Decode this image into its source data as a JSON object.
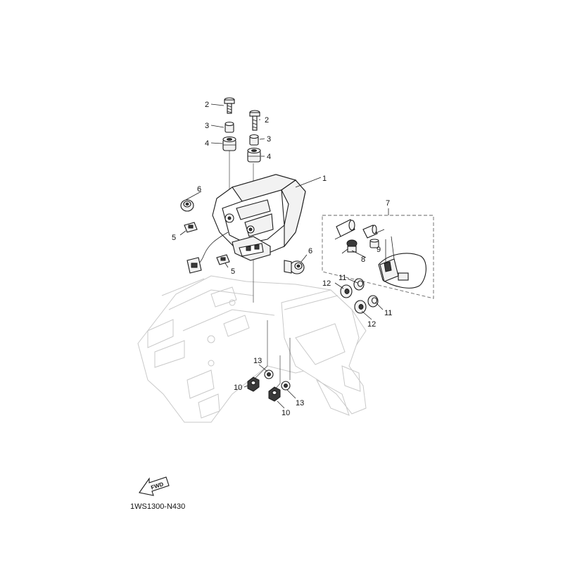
{
  "callouts": [
    {
      "id": "c-1",
      "label": "1"
    },
    {
      "id": "c-2a",
      "label": "2"
    },
    {
      "id": "c-2b",
      "label": "2"
    },
    {
      "id": "c-3a",
      "label": "3"
    },
    {
      "id": "c-3b",
      "label": "3"
    },
    {
      "id": "c-4a",
      "label": "4"
    },
    {
      "id": "c-4b",
      "label": "4"
    },
    {
      "id": "c-5a",
      "label": "5"
    },
    {
      "id": "c-5b",
      "label": "5"
    },
    {
      "id": "c-6a",
      "label": "6"
    },
    {
      "id": "c-6b",
      "label": "6"
    },
    {
      "id": "c-7",
      "label": "7"
    },
    {
      "id": "c-8",
      "label": "8"
    },
    {
      "id": "c-9",
      "label": "9"
    },
    {
      "id": "c-10a",
      "label": "10"
    },
    {
      "id": "c-10b",
      "label": "10"
    },
    {
      "id": "c-11a",
      "label": "11"
    },
    {
      "id": "c-11b",
      "label": "11"
    },
    {
      "id": "c-12a",
      "label": "12"
    },
    {
      "id": "c-12b",
      "label": "12"
    },
    {
      "id": "c-13a",
      "label": "13"
    },
    {
      "id": "c-13b",
      "label": "13"
    }
  ],
  "fwd_label": "FWD",
  "diagram_code": "1WS1300-N430"
}
